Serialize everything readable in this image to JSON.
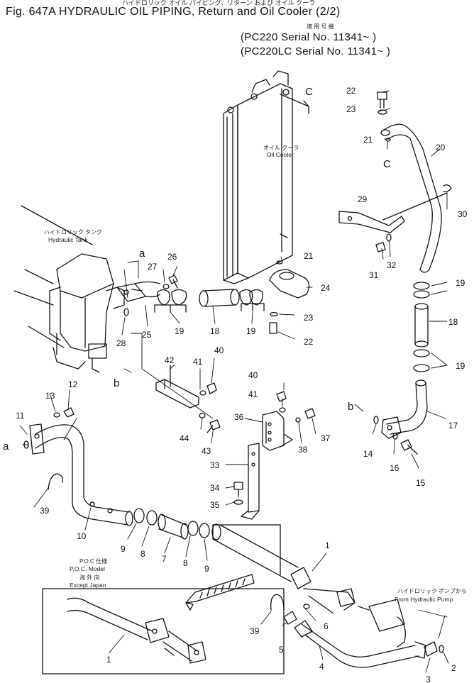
{
  "header": {
    "jp_title": "ハイドロリック オイル パイピング、リターン および オイル クーラ",
    "title": "Fig. 647A   HYDRAULIC OIL PIPING, Return and Oil Cooler (2/2)",
    "applicable_jp": "適 用 号 機",
    "serial_1": "(PC220     Serial No. 11341~ )",
    "serial_2": "(PC220LC  Serial No. 11341~ )"
  },
  "captions": {
    "oil_cooler_jp": "オイル クーラ",
    "oil_cooler": "Oil Cooler",
    "tank_jp": "ハイドロリック タンク",
    "tank": "Hydraulic Tank",
    "poc_jp": "P.O.C 仕様",
    "poc": "P.O.C. Model",
    "except_jp": "海 外 向",
    "except": "Except   Japan",
    "pump_jp": "ハイドロリック ポンプから",
    "pump": "From Hydraulic Pump"
  },
  "callouts": {
    "c1": "1",
    "c1b": "1",
    "c2": "2",
    "c3": "3",
    "c4": "4",
    "c5": "5",
    "c6": "6",
    "c7": "7",
    "c8a": "8",
    "c8b": "8",
    "c9a": "9",
    "c9b": "9",
    "c10": "10",
    "c11": "11",
    "c12": "12",
    "c13": "13",
    "c14": "14",
    "c15": "15",
    "c16": "16",
    "c17": "17",
    "c18a": "18",
    "c18b": "18",
    "c19a": "19",
    "c19b": "19",
    "c19c": "19",
    "c19d": "19",
    "c20": "20",
    "c21a": "21",
    "c21b": "21",
    "c22a": "22",
    "c22b": "22",
    "c23a": "23",
    "c23b": "23",
    "c24": "24",
    "c25": "25",
    "c26": "26",
    "c27": "27",
    "c28": "28",
    "c29": "29",
    "c30": "30",
    "c31": "31",
    "c32": "32",
    "c33": "33",
    "c34": "34",
    "c35": "35",
    "c36": "36",
    "c37": "37",
    "c38": "38",
    "c39a": "39",
    "c39b": "39",
    "c40a": "40",
    "c40b": "40",
    "c41a": "41",
    "c41b": "41",
    "c42": "42",
    "c43": "43",
    "c44": "44"
  },
  "markers": {
    "a1": "a",
    "a2": "a",
    "b1": "b",
    "b2": "b",
    "c_top": "C",
    "c_bottom": "C"
  }
}
